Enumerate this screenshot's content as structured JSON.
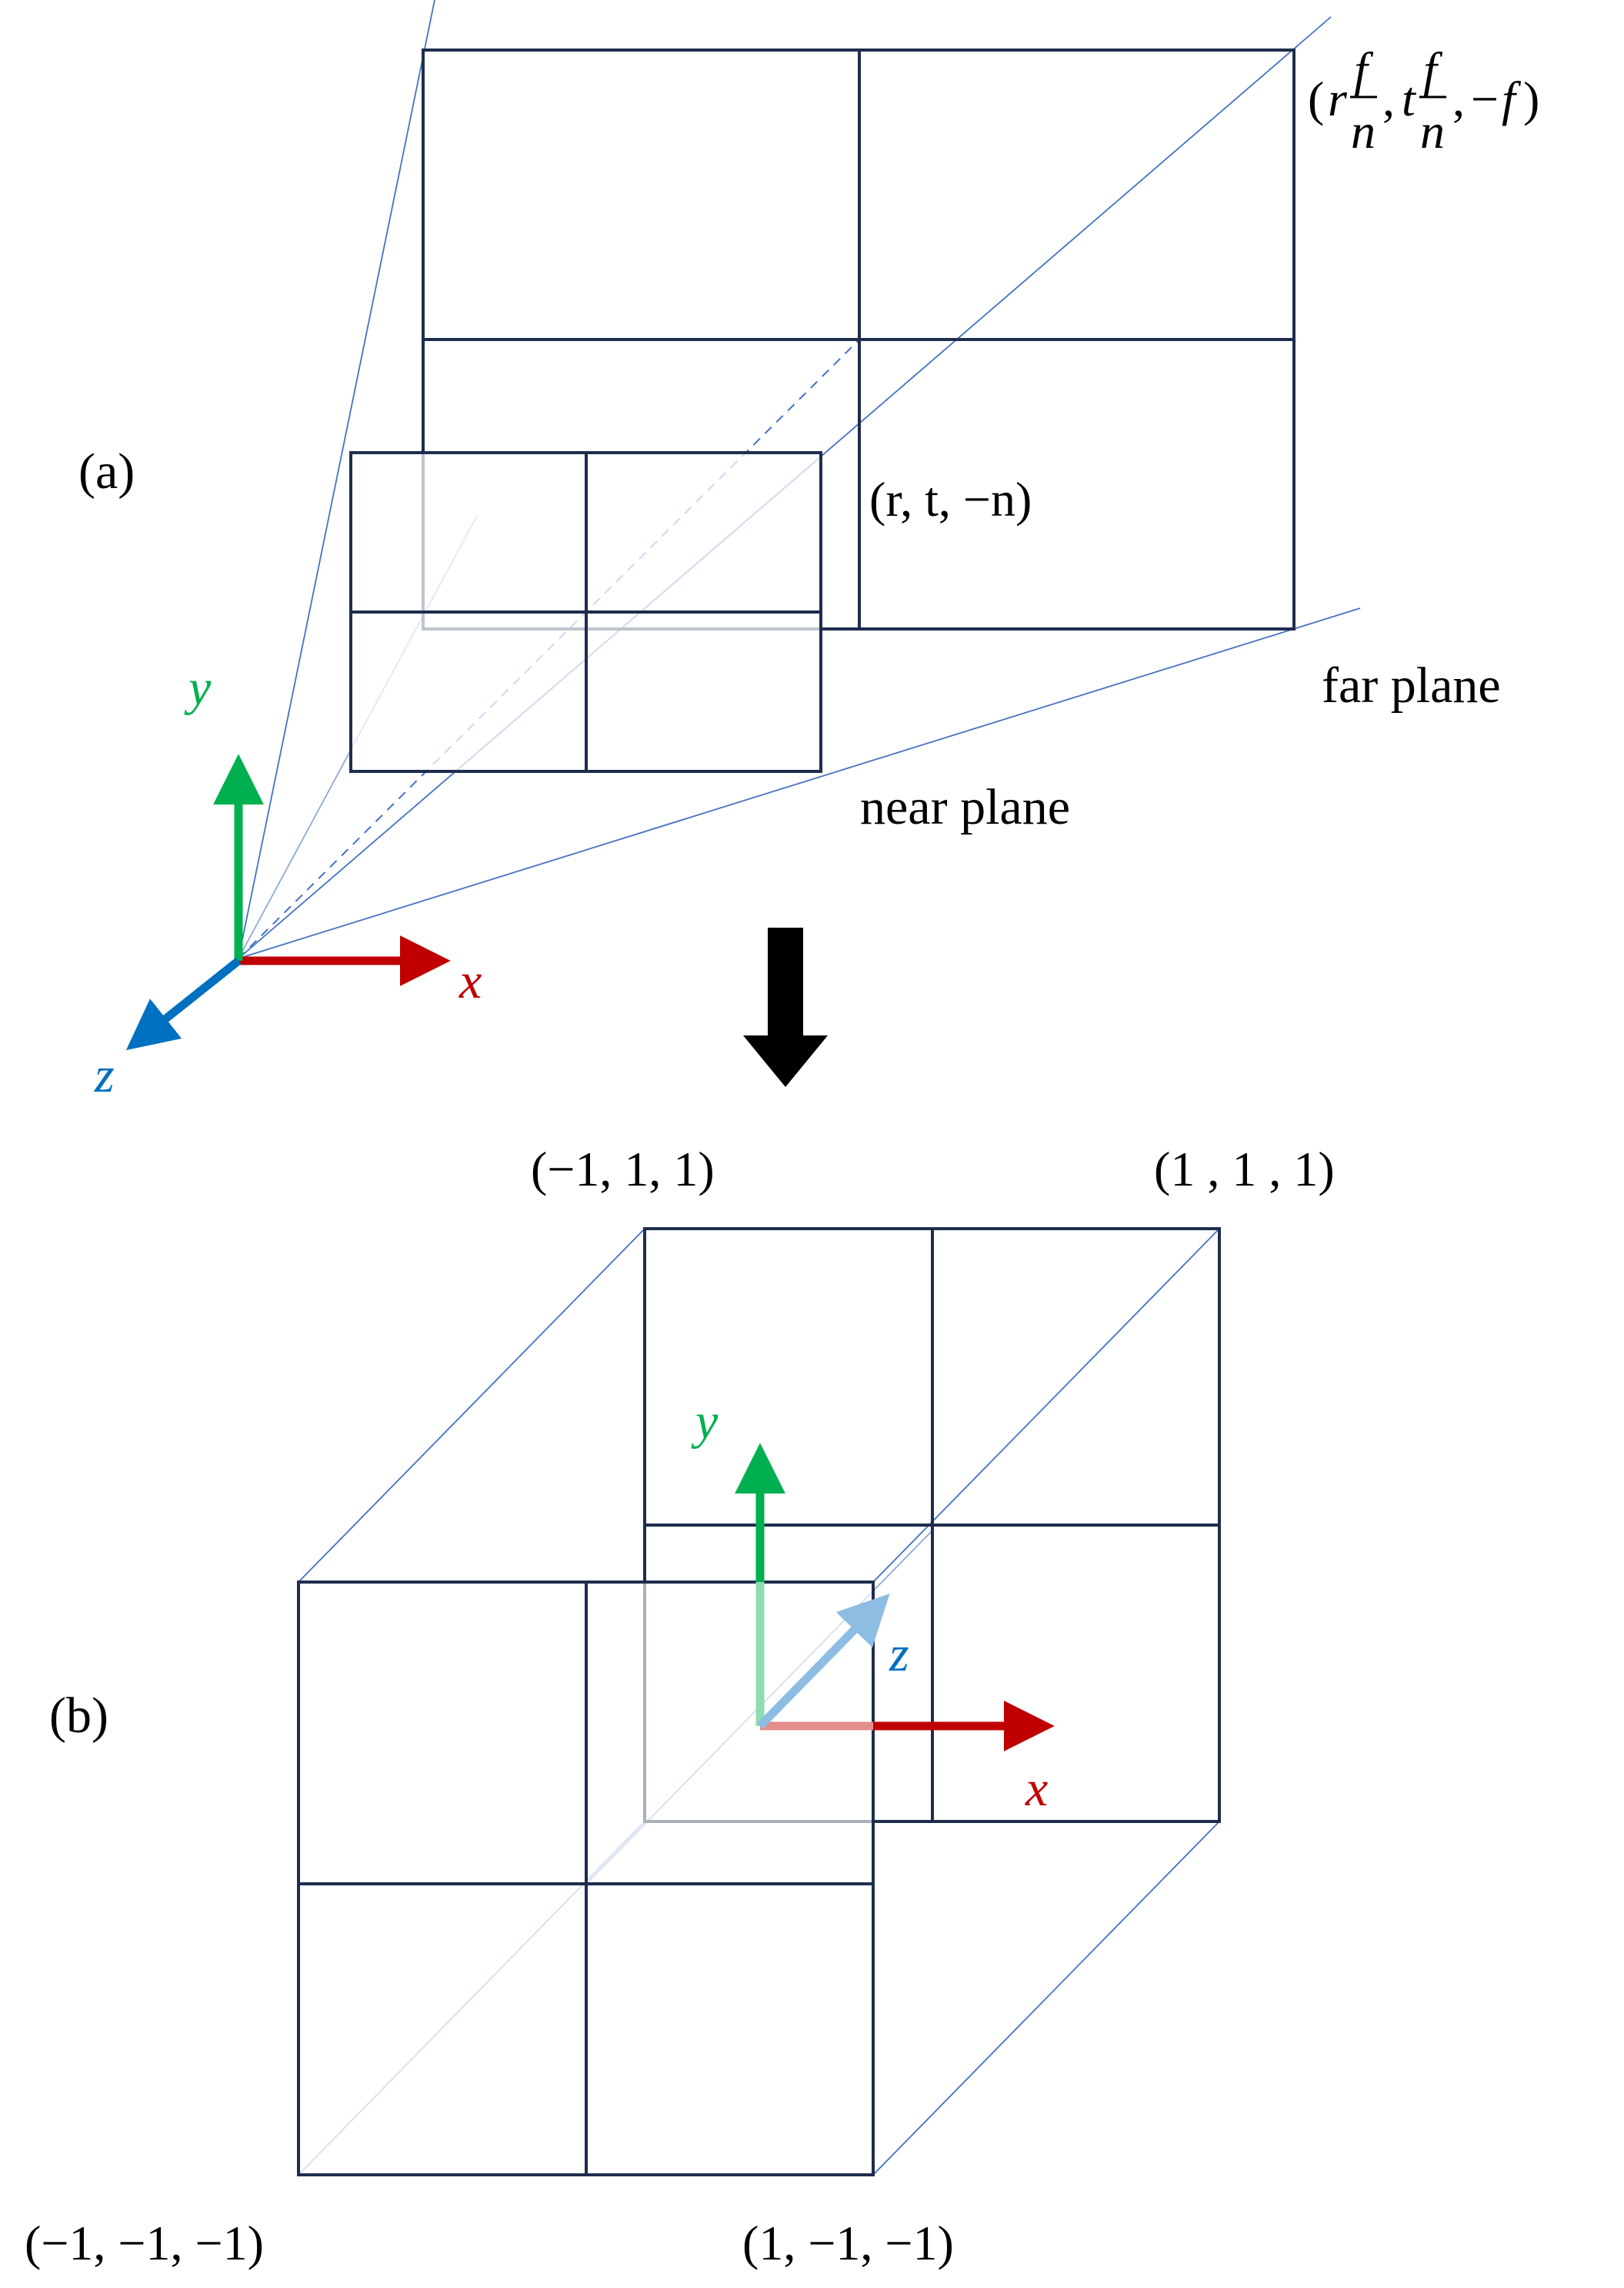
{
  "panels": [
    {
      "label": "(a)"
    },
    {
      "label": "(b)"
    }
  ],
  "frustum": {
    "far_corner_label": "(r f/n, t f/n, −f)",
    "near_corner_label": "(r, t, −n)",
    "far_plane_label": "far plane",
    "near_plane_label": "near plane"
  },
  "ndc_cube": {
    "corner_top_left": "(−1, 1, 1)",
    "corner_top_right": "(1 , 1 , 1)",
    "corner_bottom_left": "(−1, −1, −1)",
    "corner_bottom_right": "(1, −1, −1)"
  },
  "axes": {
    "x": "x",
    "y": "y",
    "z": "z"
  },
  "colors": {
    "x_axis": "#c00000",
    "y_axis": "#00b050",
    "z_axis": "#0070c0",
    "frame": "#1f2d4d",
    "guide_lines": "#4472c4"
  }
}
